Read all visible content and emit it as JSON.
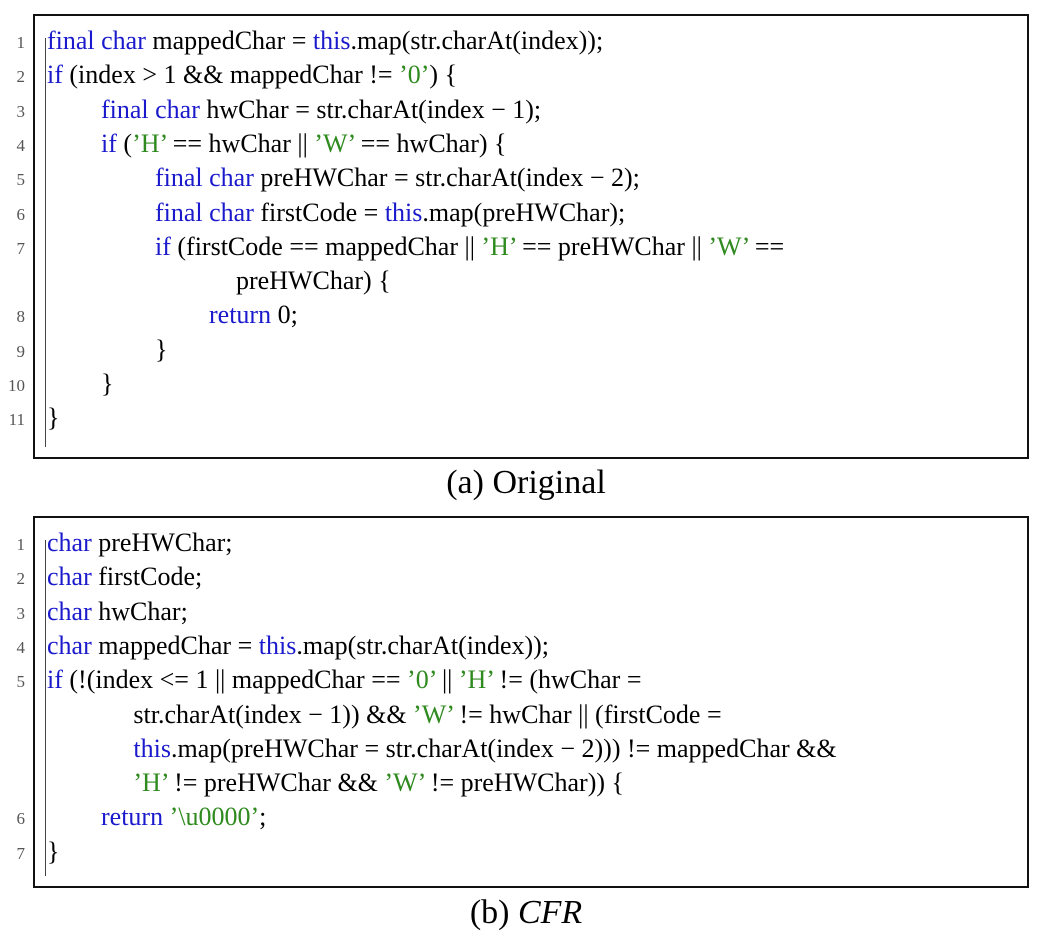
{
  "figure_a": {
    "caption_label": "(a)",
    "caption_text": "Original",
    "lines": [
      {
        "num": "1",
        "indent": 0,
        "wrap": false,
        "tokens": [
          [
            "kw",
            "final char"
          ],
          [
            "t",
            " mappedChar = "
          ],
          [
            "kw",
            "this"
          ],
          [
            "t",
            ".map(str.charAt(index));"
          ]
        ]
      },
      {
        "num": "2",
        "indent": 0,
        "wrap": false,
        "tokens": [
          [
            "kw",
            "if"
          ],
          [
            "t",
            " (index > 1 && mappedChar != "
          ],
          [
            "str",
            "’0’"
          ],
          [
            "t",
            ") {"
          ]
        ]
      },
      {
        "num": "3",
        "indent": 1,
        "wrap": false,
        "tokens": [
          [
            "kw",
            "final char"
          ],
          [
            "t",
            " hwChar = str.charAt(index − 1);"
          ]
        ]
      },
      {
        "num": "4",
        "indent": 1,
        "wrap": false,
        "tokens": [
          [
            "kw",
            "if"
          ],
          [
            "t",
            " ("
          ],
          [
            "str",
            "’H’"
          ],
          [
            "t",
            " == hwChar || "
          ],
          [
            "str",
            "’W’"
          ],
          [
            "t",
            " == hwChar) {"
          ]
        ]
      },
      {
        "num": "5",
        "indent": 2,
        "wrap": false,
        "tokens": [
          [
            "kw",
            "final char"
          ],
          [
            "t",
            " preHWChar = str.charAt(index − 2);"
          ]
        ]
      },
      {
        "num": "6",
        "indent": 2,
        "wrap": false,
        "tokens": [
          [
            "kw",
            "final char"
          ],
          [
            "t",
            " firstCode = "
          ],
          [
            "kw",
            "this"
          ],
          [
            "t",
            ".map(preHWChar);"
          ]
        ]
      },
      {
        "num": "7",
        "indent": 2,
        "wrap": false,
        "tokens": [
          [
            "kw",
            "if"
          ],
          [
            "t",
            " (firstCode == mappedChar || "
          ],
          [
            "str",
            "’H’"
          ],
          [
            "t",
            " == preHWChar || "
          ],
          [
            "str",
            "’W’"
          ],
          [
            "t",
            " =="
          ]
        ]
      },
      {
        "num": "",
        "indent": 3.5,
        "wrap": true,
        "tokens": [
          [
            "t",
            "preHWChar) {"
          ]
        ]
      },
      {
        "num": "8",
        "indent": 3,
        "wrap": false,
        "tokens": [
          [
            "kw",
            "return"
          ],
          [
            "t",
            " 0;"
          ]
        ]
      },
      {
        "num": "9",
        "indent": 2,
        "wrap": false,
        "tokens": [
          [
            "t",
            "}"
          ]
        ]
      },
      {
        "num": "10",
        "indent": 1,
        "wrap": false,
        "tokens": [
          [
            "t",
            "}"
          ]
        ]
      },
      {
        "num": "11",
        "indent": 0,
        "wrap": false,
        "tokens": [
          [
            "t",
            "}"
          ]
        ]
      }
    ]
  },
  "figure_b": {
    "caption_label": "(b)",
    "caption_text": "CFR",
    "lines": [
      {
        "num": "1",
        "indent": 0,
        "wrap": false,
        "tokens": [
          [
            "kw",
            "char"
          ],
          [
            "t",
            " preHWChar;"
          ]
        ]
      },
      {
        "num": "2",
        "indent": 0,
        "wrap": false,
        "tokens": [
          [
            "kw",
            "char"
          ],
          [
            "t",
            " firstCode;"
          ]
        ]
      },
      {
        "num": "3",
        "indent": 0,
        "wrap": false,
        "tokens": [
          [
            "kw",
            "char"
          ],
          [
            "t",
            " hwChar;"
          ]
        ]
      },
      {
        "num": "4",
        "indent": 0,
        "wrap": false,
        "tokens": [
          [
            "kw",
            "char"
          ],
          [
            "t",
            " mappedChar = "
          ],
          [
            "kw",
            "this"
          ],
          [
            "t",
            ".map(str.charAt(index));"
          ]
        ]
      },
      {
        "num": "5",
        "indent": 0,
        "wrap": false,
        "tokens": [
          [
            "kw",
            "if"
          ],
          [
            "t",
            " (!(index <= 1 || mappedChar == "
          ],
          [
            "str",
            "’0’"
          ],
          [
            "t",
            " || "
          ],
          [
            "str",
            "’H’"
          ],
          [
            "t",
            " != (hwChar ="
          ]
        ]
      },
      {
        "num": "",
        "indent": 1.6,
        "wrap": true,
        "tokens": [
          [
            "t",
            "str.charAt(index − 1)) && "
          ],
          [
            "str",
            "’W’"
          ],
          [
            "t",
            " != hwChar || (firstCode ="
          ]
        ]
      },
      {
        "num": "",
        "indent": 1.6,
        "wrap": true,
        "tokens": [
          [
            "kw",
            "this"
          ],
          [
            "t",
            ".map(preHWChar = str.charAt(index − 2))) != mappedChar &&"
          ]
        ]
      },
      {
        "num": "",
        "indent": 1.6,
        "wrap": true,
        "tokens": [
          [
            "str",
            "’H’"
          ],
          [
            "t",
            " != preHWChar && "
          ],
          [
            "str",
            "’W’"
          ],
          [
            "t",
            " != preHWChar)) {"
          ]
        ]
      },
      {
        "num": "6",
        "indent": 1,
        "wrap": false,
        "tokens": [
          [
            "kw",
            "return"
          ],
          [
            "t",
            " "
          ],
          [
            "str",
            "’\\u0000’"
          ],
          [
            "t",
            ";"
          ]
        ]
      },
      {
        "num": "7",
        "indent": 0,
        "wrap": false,
        "tokens": [
          [
            "t",
            "}"
          ]
        ]
      }
    ]
  }
}
